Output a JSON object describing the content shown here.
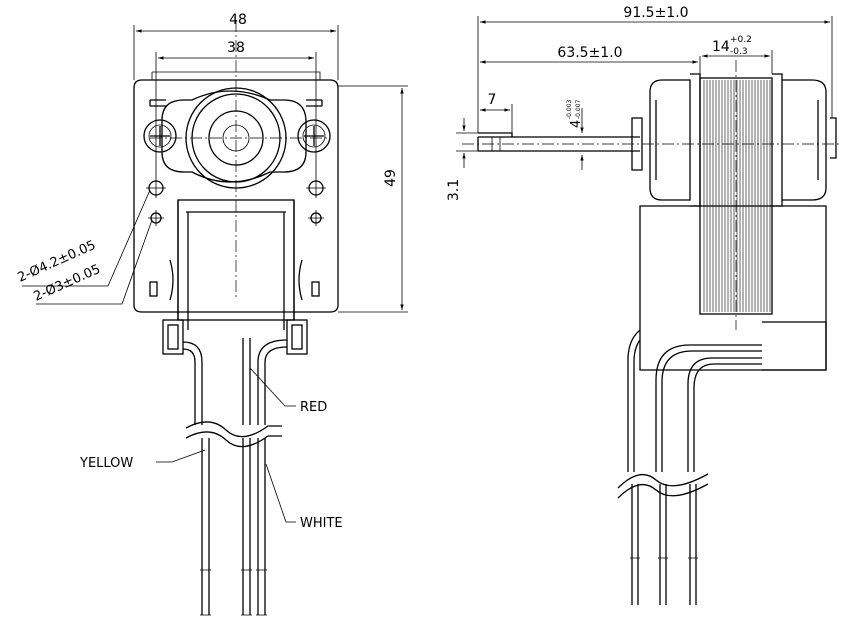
{
  "front_view": {
    "dim_width_outer": "48",
    "dim_width_holes": "38",
    "dim_height": "49",
    "hole_callout_1": "2-Ø4.2±0.05",
    "hole_callout_2": "2-Ø3±0.05",
    "wire_labels": {
      "red": "RED",
      "yellow": "YELLOW",
      "white": "WHITE"
    }
  },
  "side_view": {
    "dim_overall_length": "91.5±1.0",
    "dim_shaft_to_stack": "63.5±1.0",
    "dim_stack_base": "14",
    "dim_stack_tol_upper": "+0.2",
    "dim_stack_tol_lower": "-0.3",
    "dim_flat_length": "7",
    "dim_shaft_dia_base": "4",
    "dim_shaft_dia_tol_upper": "-0.003",
    "dim_shaft_dia_tol_lower": "-0.007",
    "dim_flat_height": "3.1"
  }
}
